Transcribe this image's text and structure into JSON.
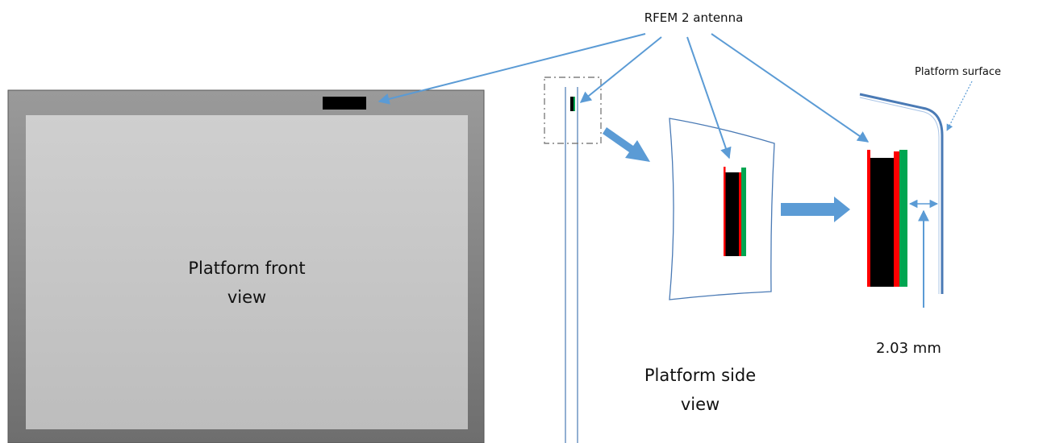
{
  "labels": {
    "antenna": "RFEM 2 antenna",
    "platform_surface": "Platform surface",
    "front_view_line1": "Platform front",
    "front_view_line2": "view",
    "side_view_line1": "Platform side",
    "side_view_line2": "view",
    "gap_measurement": "2.03 mm"
  },
  "colors": {
    "arrow_blue": "#5b9bd5",
    "outline_blue": "#4a7ab5",
    "frame_gray": "#8a8a8a",
    "panel_gray": "#c8c8c8",
    "antenna_black": "#000000",
    "layer_red": "#ff0000",
    "layer_green": "#00a651",
    "callout_dash": "#808080"
  }
}
